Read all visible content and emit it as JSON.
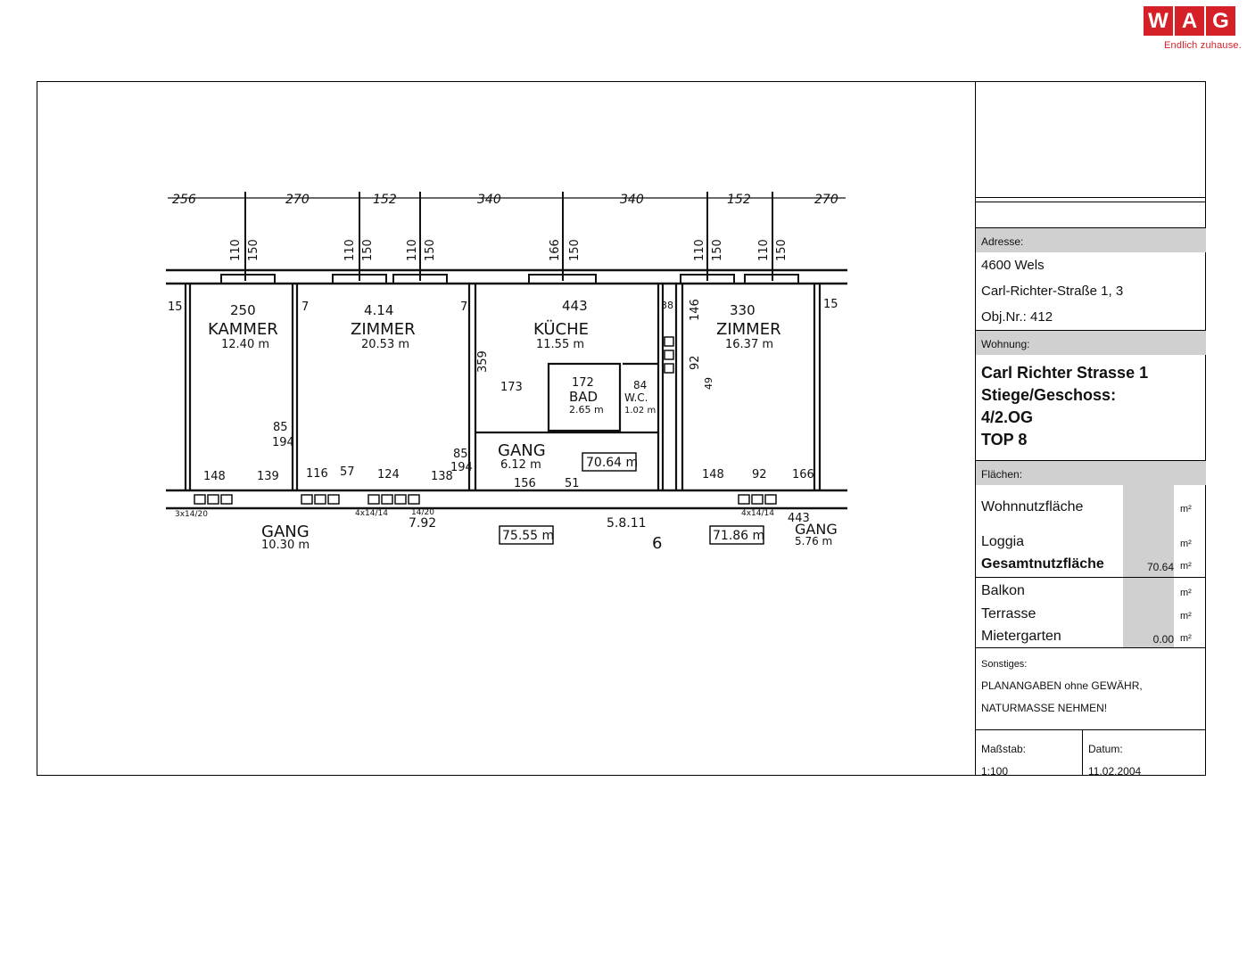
{
  "logo": {
    "letters": [
      "W",
      "A",
      "G"
    ],
    "tagline": "Endlich zuhause."
  },
  "plan": {
    "dims_top": [
      "256",
      "270",
      "152",
      "340",
      "340",
      "152",
      "270"
    ],
    "dims_small": [
      "110",
      "150",
      "110",
      "150",
      "110",
      "150",
      "166",
      "150",
      "110",
      "150",
      "110",
      "150"
    ],
    "rooms": [
      {
        "name": "KAMMER",
        "area": "12.40 m",
        "width": "250"
      },
      {
        "name": "ZIMMER",
        "area": "20.53 m",
        "width": "4.14"
      },
      {
        "name": "KÜCHE",
        "area": "11.55 m",
        "width": "443"
      },
      {
        "name": "ZIMMER",
        "area": "16.37 m",
        "width": "330"
      },
      {
        "name": "BAD",
        "area": "2.65 m",
        "width": "172"
      },
      {
        "name": "W.C.",
        "area": "1.02 m",
        "width": "84"
      },
      {
        "name": "GANG",
        "area": "6.12 m",
        "width": ""
      },
      {
        "name": "GANG",
        "area": "10.30 m",
        "width": ""
      },
      {
        "name": "GANG",
        "area": "5.76 m",
        "width": "443"
      }
    ],
    "misc": [
      "15",
      "15",
      "7",
      "7",
      "38",
      "359",
      "173",
      "85",
      "194",
      "85",
      "194",
      "148",
      "139",
      "116",
      "57",
      "124",
      "138",
      "148",
      "92",
      "166",
      "156",
      "51",
      "146",
      "92",
      "49",
      "70.64 m",
      "75.55 m",
      "71.86 m",
      "7.92",
      "5.8.11",
      "6",
      "3x14/20",
      "4x14/14",
      "4x14/14",
      "14/20"
    ]
  },
  "titleblock": {
    "address_header": "Adresse:",
    "address_lines": [
      "4600 Wels",
      "Carl-Richter-Straße 1, 3",
      "Obj.Nr.: 412"
    ],
    "apartment_header": "Wohnung:",
    "apartment_lines": [
      "Carl Richter Strasse 1",
      "Stiege/Geschoss:",
      "4/2.OG",
      "TOP 8"
    ],
    "areas_header": "Flächen:",
    "areas_main": [
      {
        "label": "Wohnnutzfläche",
        "value": "",
        "unit": "m²"
      },
      {
        "label": "Loggia",
        "value": "",
        "unit": "m²"
      },
      {
        "label": "Gesamtnutzfläche",
        "value": "70.64",
        "unit": "m²"
      }
    ],
    "areas_extra": [
      {
        "label": "Balkon",
        "value": "",
        "unit": "m²"
      },
      {
        "label": "Terrasse",
        "value": "",
        "unit": "m²"
      },
      {
        "label": "Mietergarten",
        "value": "0.00",
        "unit": "m²"
      }
    ],
    "other_header": "Sonstiges:",
    "other_lines": [
      "PLANANGABEN ohne GEWÄHR,",
      "NATURMASSE NEHMEN!"
    ],
    "scale_label": "Maßstab:",
    "scale_value": "1:100",
    "date_label": "Datum:",
    "date_value": "11.02.2004"
  }
}
